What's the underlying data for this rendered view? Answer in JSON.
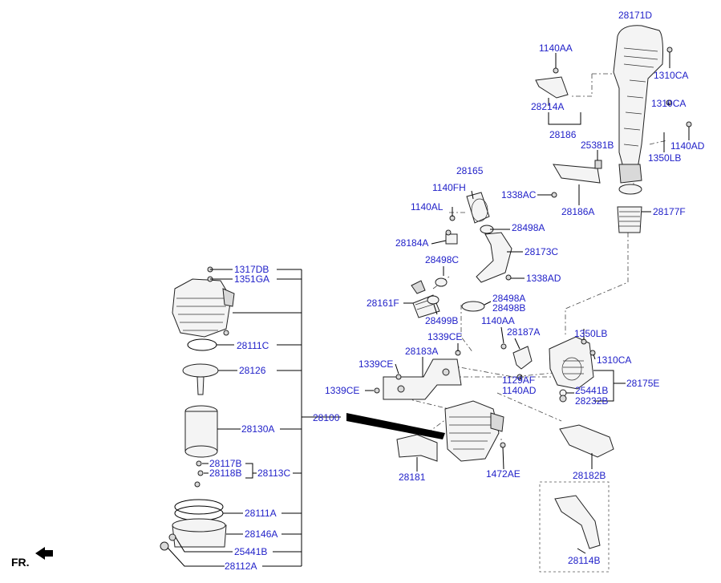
{
  "labels": {
    "p28171D": "28171D",
    "p1140AA_top": "1140AA",
    "p1310CA_top": "1310CA",
    "p28214A": "28214A",
    "p1310CA_mid": "1310CA",
    "p28186": "28186",
    "p25381B": "25381B",
    "p1140AD_top": "1140AD",
    "p1350LB_top": "1350LB",
    "p28165": "28165",
    "p1140FH": "1140FH",
    "p1338AC": "1338AC",
    "p28186A": "28186A",
    "p28177F": "28177F",
    "p1140AL": "1140AL",
    "p28498A_top": "28498A",
    "p28184A": "28184A",
    "p28173C": "28173C",
    "p28498C": "28498C",
    "p1338AD": "1338AD",
    "p1317DB": "1317DB",
    "p1351GA": "1351GA",
    "p28161F": "28161F",
    "p28498A_mid": "28498A",
    "p28498B": "28498B",
    "p28499B": "28499B",
    "p1140AA_mid": "1140AA",
    "p1339CE_a": "1339CE",
    "p28187A": "28187A",
    "p1350LB_mid": "1350LB",
    "p28183A": "28183A",
    "p28111C": "28111C",
    "p1310CA_low": "1310CA",
    "p1339CE_b": "1339CE",
    "p28126": "28126",
    "p1129AF": "1129AF",
    "p28175E": "28175E",
    "p1140AD_low": "1140AD",
    "p25441B_a": "25441B",
    "p1339CE_c": "1339CE",
    "p28232B": "28232B",
    "p28100": "28100",
    "p28130A": "28130A",
    "p28117B": "28117B",
    "p28118B": "28118B",
    "p28113C": "28113C",
    "p28181": "28181",
    "p1472AE": "1472AE",
    "p28182B": "28182B",
    "p28111A": "28111A",
    "p28146A": "28146A",
    "p25441B_b": "25441B",
    "p28112A": "28112A",
    "p28114B": "28114B"
  },
  "direction_marker": "FR."
}
